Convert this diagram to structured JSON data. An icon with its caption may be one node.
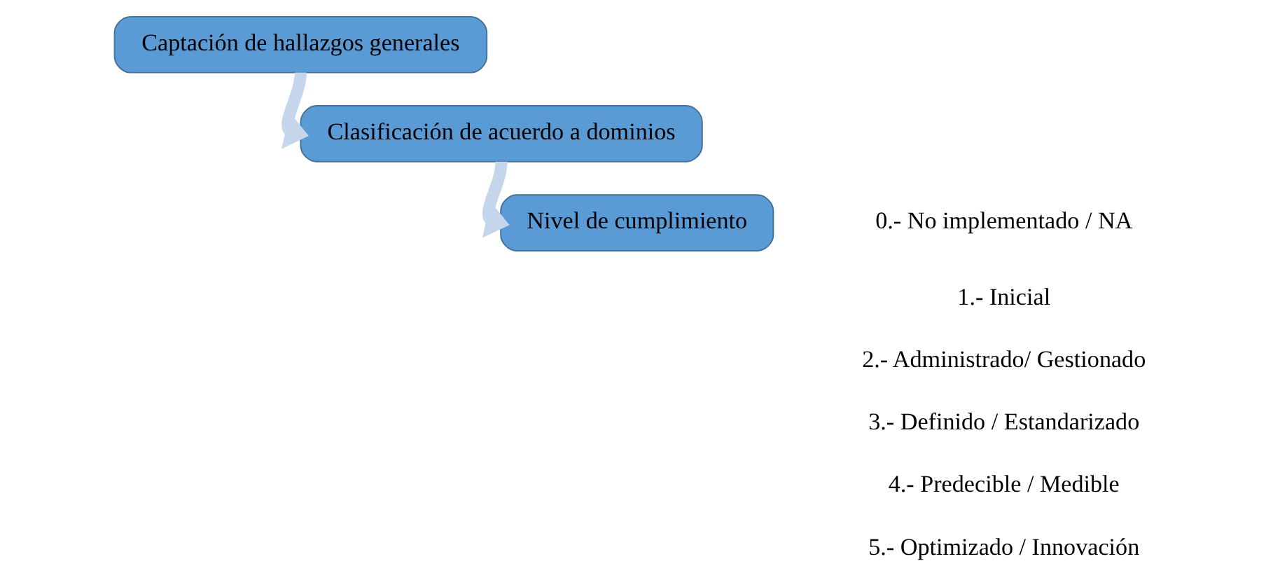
{
  "diagram": {
    "nodes": [
      {
        "text": [
          "Captación de hallazgos generales"
        ]
      },
      {
        "text": [
          "Clasificación de acuerdo a dominios"
        ]
      },
      {
        "text": [
          "Nivel de cumplimiento"
        ]
      }
    ],
    "edges": [
      {
        "from": 0,
        "to": 1,
        "arrow": "to"
      },
      {
        "from": 1,
        "to": 2,
        "arrow": "to"
      }
    ],
    "labels": [
      "0.- No implementado / NA",
      "1.- Inicial",
      "2.- Administrado/ Gestionado",
      "3.- Definido / Estandarizado",
      "4.- Predecible / Medible",
      "5.- Optimizado / Innovación"
    ]
  }
}
